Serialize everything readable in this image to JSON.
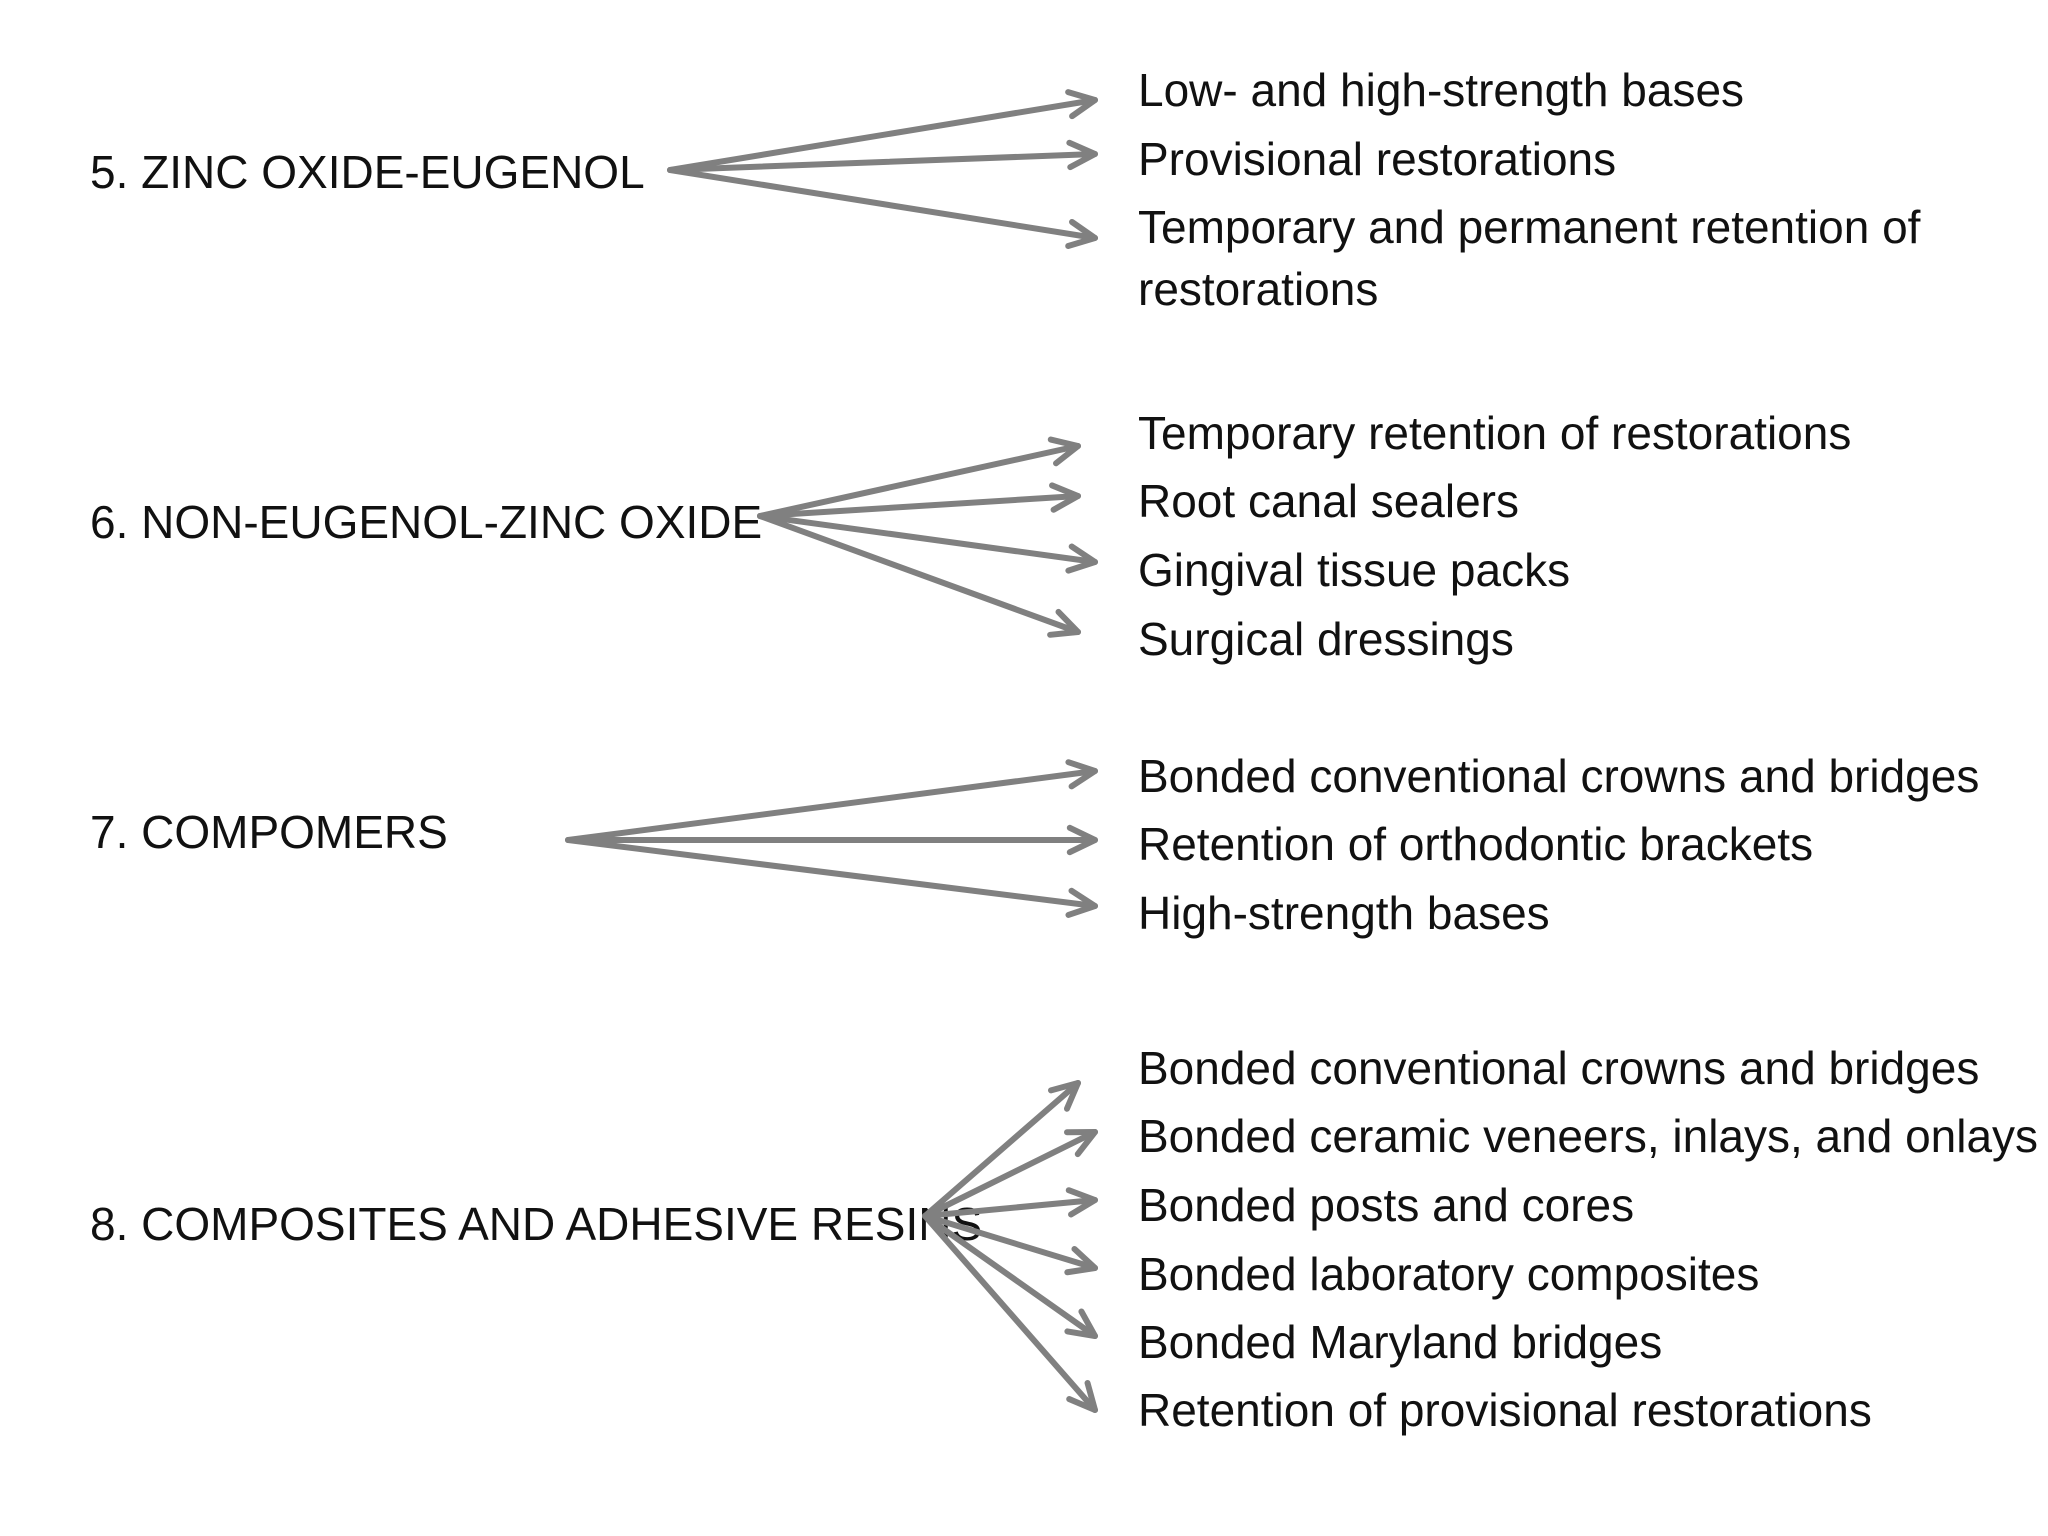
{
  "arrow_color": "#808080",
  "text_color": "#111111",
  "groups": [
    {
      "label": "5. ZINC OXIDE-EUGENOL",
      "targets": [
        [
          "Low- and high-strength bases"
        ],
        [
          "Provisional restorations"
        ],
        [
          "Temporary and permanent retention of",
          "restorations"
        ]
      ]
    },
    {
      "label": "6. NON-EUGENOL-ZINC OXIDE",
      "targets": [
        [
          "Temporary retention of restorations"
        ],
        [
          "Root canal sealers"
        ],
        [
          "Gingival tissue packs"
        ],
        [
          "Surgical dressings"
        ]
      ]
    },
    {
      "label": "7. COMPOMERS",
      "targets": [
        [
          "Bonded conventional crowns and bridges"
        ],
        [
          "Retention of orthodontic brackets"
        ],
        [
          "High-strength bases"
        ]
      ]
    },
    {
      "label": "8. COMPOSITES AND ADHESIVE RESINS",
      "targets": [
        [
          "Bonded conventional crowns and bridges"
        ],
        [
          "Bonded ceramic veneers, inlays, and onlays"
        ],
        [
          "Bonded posts and cores"
        ],
        [
          "Bonded laboratory composites"
        ],
        [
          "Bonded Maryland bridges"
        ],
        [
          "Retention of provisional restorations"
        ]
      ]
    }
  ]
}
